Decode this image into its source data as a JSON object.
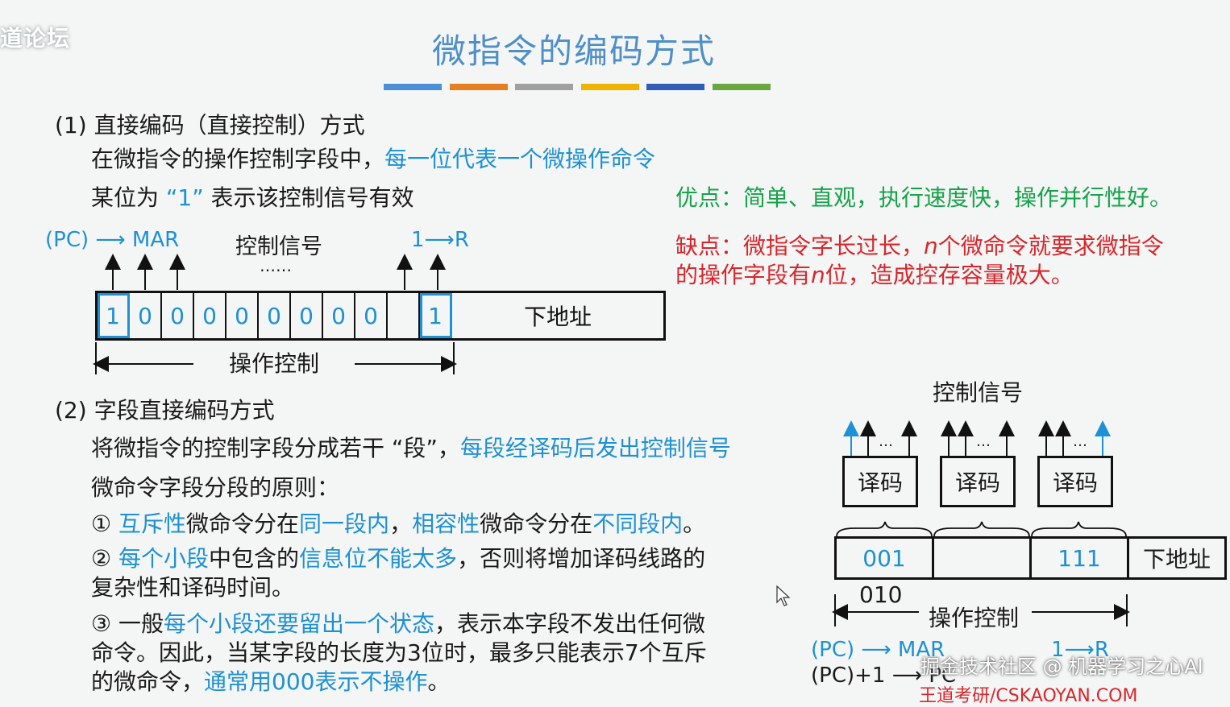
{
  "watermark_left": "道论坛",
  "title": "微指令的编码方式",
  "color_bars": [
    "#4a90d9",
    "#e67e22",
    "#a0a0a0",
    "#f0b400",
    "#2f5eb5",
    "#6aa83f"
  ],
  "section1": {
    "heading": "(1) 直接编码（直接控制）方式",
    "line1_a": "在微指令的操作控制字段中，",
    "line1_b": "每一位代表一个微操作命令",
    "line2_a": "某位为",
    "line2_b": "“1”",
    "line2_c": "表示该控制信号有效",
    "advantage": "优点：简单、直观，执行速度快，操作并行性好。",
    "disadv_a": "缺点：微指令字长过长，",
    "disadv_n1": "n",
    "disadv_b": "个微命令就要求微指令",
    "disadv_c": "的操作字段有",
    "disadv_n2": "n",
    "disadv_d": "位，造成控存容量极大。",
    "pc_mar": "(PC) ⟶ MAR",
    "ctrl_signal": "控制信号",
    "dots": "……",
    "one_r": "1⟶R",
    "bits": [
      "1",
      "0",
      "0",
      "0",
      "0",
      "0",
      "0",
      "0",
      "0",
      "",
      "1"
    ],
    "next_addr": "下地址",
    "op_ctrl": "操作控制"
  },
  "section2": {
    "heading": "(2) 字段直接编码方式",
    "line1_a": "将微指令的控制字段分成若干 “段”，",
    "line1_b": "每段经译码后发出控制信号",
    "line2": "微命令字段分段的原则：",
    "r1_a": "① ",
    "r1_b": "互斥性",
    "r1_c": "微命令分在",
    "r1_d": "同一段内",
    "r1_e": "，",
    "r1_f": "相容性",
    "r1_g": "微命令分在",
    "r1_h": "不同段内",
    "r1_i": "。",
    "r2_a": "② ",
    "r2_b": "每个小段",
    "r2_c": "中包含的",
    "r2_d": "信息位不能太多",
    "r2_e": "，否则将增加译码线路的",
    "r2_f": "复杂性和译码时间。",
    "r3_a": "③ 一般",
    "r3_b": "每个小段还要留出一个状态",
    "r3_c": "，表示本字段不发出任何微",
    "r3_d": "命令。因此，当某字段的长度为3位时，最多只能表示7个互斥",
    "r3_e": "的微命令，",
    "r3_f": "通常用000表示不操作",
    "r3_g": "。",
    "ctrl_signal": "控制信号",
    "decode": "译码",
    "field1": "001",
    "field2": "",
    "field3": "111",
    "next_addr": "下地址",
    "below": "010",
    "op_ctrl": "操作控制",
    "pc_mar": "(PC) ⟶ MAR",
    "one_r": "1⟶R",
    "pc_plus": "(PC)+1 ⟶ PC"
  },
  "watermark_bottom": "掘金技术社区 @ 机器学习之心AI",
  "watermark_url": "王道考研/CSKAOYAN.COM"
}
